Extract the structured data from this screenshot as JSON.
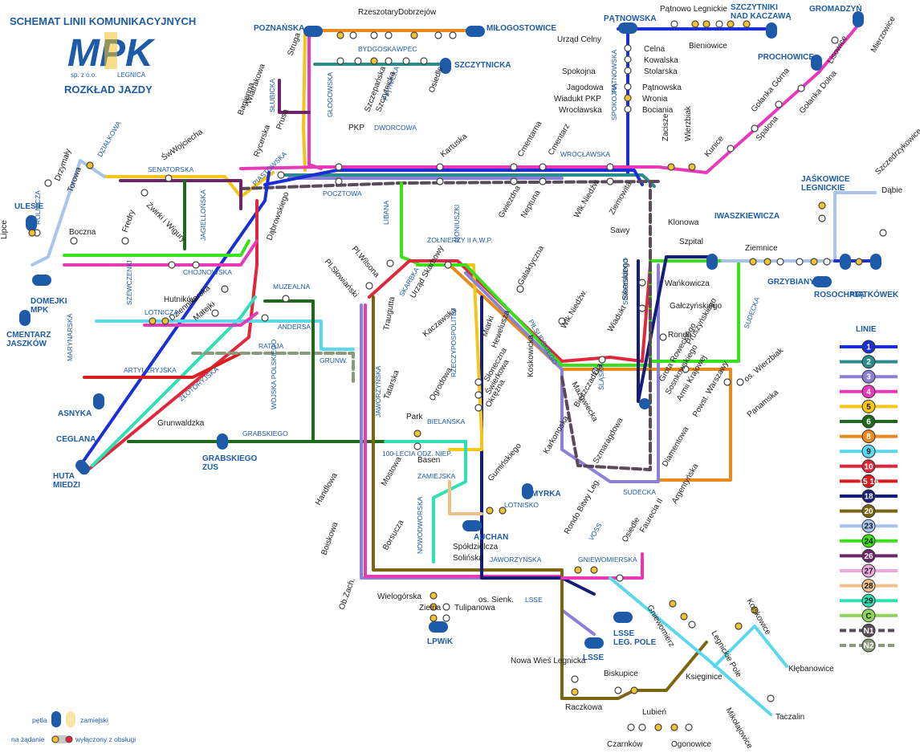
{
  "header": {
    "title": "SCHEMAT LINII KOMUNIKACYJNYCH",
    "logo_text": "MPK",
    "logo_sub_left": "sp. z o.o.",
    "logo_sub_right": "LEGNICA",
    "subtitle": "ROZKŁAD JAZDY"
  },
  "terminals": [
    "POZNAŃSKA",
    "MIŁOGOSTOWICE",
    "SZCZYTNICKA",
    "PĄTNOWSKA",
    "SZCZYTNIKI NAD KACZAWĄ",
    "GROMADZYŃ",
    "PROCHOWICE",
    "ULESIE",
    "DOMEJKI MPK",
    "CMENTARZ JASZKÓW",
    "ASNYKA",
    "CEGLANA",
    "HUTA MIEDZI",
    "GRABSKIEGO ZUS",
    "JAŚKOWICE LEGNICKIE",
    "IWASZKIEWICZA",
    "GRZYBIANY",
    "ROSOCHATA",
    "PIĄTKÓWEK",
    "MYRKA",
    "AUCHAN",
    "LPWiK",
    "LSSE",
    "LSSE LEG. POLE"
  ],
  "streets": [
    "Rzeszotary",
    "Dobrzejów",
    "BYDGOSKA",
    "WPEC",
    "PIĄTNICKA",
    "Struga",
    "Szczepańska",
    "Osiedle",
    "Szczytnicka",
    "SŁUBICKA",
    "GŁOGOWSKA",
    "Wiatrakowa",
    "Bagienna",
    "Prusa",
    "Urząd Celny",
    "Celna",
    "Kowalska",
    "Stolarska",
    "Spokojna",
    "Jagodowa",
    "Pątnowska",
    "Wiadukt PKP",
    "Wronia",
    "Wrocławska",
    "Bociania",
    "PĄTNOWSKA",
    "SPOKOJNA",
    "Pątnowo Legnickie",
    "Bieniowice",
    "Lisowice",
    "Mierzowice",
    "Gołanka Górna",
    "Gołanka Dolna",
    "Spalona",
    "Kunice",
    "Zacisze",
    "Wierzbiak",
    "PKP",
    "DWORCOWA",
    "Kartuska",
    "Cmentarna",
    "Cmentarz",
    "WROCŁAWSKA",
    "ŚwWojciecha",
    "DZIAŁKOWA",
    "Drzymały",
    "Torowa",
    "SENATORSKA",
    "Rycerska",
    "PIASTOWSKA",
    "POCZTOWA",
    "LIBANA",
    "Gwiezdna",
    "Neptuna",
    "Wlk.Niedźw.",
    "Ziemowita",
    "Sawy",
    "Klonowa",
    "ROLNICZA",
    "Boczna",
    "Fredry",
    "Żwirki i Wigury",
    "JAGIELLOŃSKA",
    "Dąbrowskiego",
    "Sikorskiego",
    "Szczedrzykowice",
    "Dąbie",
    "Lipce",
    "CHOJNOWSKA",
    "MONIUSZKI",
    "Pl.Wilsona",
    "Pl.Słowiański",
    "ŻOŁNIERZY II A.W.P.",
    "Szpital",
    "Ziemnice",
    "SZEWCZENKI",
    "Hutników",
    "Dziennikarska",
    "Matejki",
    "MUZEALNA",
    "SKARBKA",
    "Urząd Skarbowy",
    "Galaktyczna",
    "Wańkowicza",
    "SIKORSKIEGO",
    "SUDECKA",
    "LOTNICZA",
    "ANDERSA",
    "Traugutta",
    "Kaczawska",
    "RZECZYPOSPOLITEJ",
    "Miarki",
    "Hewelusza",
    "PIŁSUDSKIEGO",
    "Wlk.Niedźw.",
    "Gałczyńskiego",
    "MARYNARSKA",
    "RATAJA",
    "GRUNW.",
    "Wiadukt",
    "Rondo",
    "Pruszyńskiego",
    "ARTYLERYJSKA",
    "ZŁOTORYJSKA",
    "WOJSKA POLSKIEGO",
    "JAWORZYŃSKA",
    "Tatarska",
    "Słoneczna",
    "Świerkowa",
    "Okrężna",
    "Koskowicka",
    "Mazowiecka",
    "Grota Roweckiego",
    "Sosnkowskiego",
    "Armii Krajowej",
    "os. Wierzbiak",
    "ŚLĄSKA",
    "Grunwaldzka",
    "Ogrodowa",
    "Park",
    "BIELAŃSKA",
    "Bieszczadzka",
    "Powst. Warszawy",
    "Panamska",
    "GRABSKIEGO",
    "100-LECIA ODZ. NIEP.",
    "Basen",
    "Gumińskiego",
    "Karkonoska",
    "Szmaragdowa",
    "Diamentowa",
    "Handlowa",
    "Mostowa",
    "ZAMIEJSKA",
    "LOTNISKO",
    "SUDECKA",
    "Argentyńska",
    "Boiskowa",
    "Borsucza",
    "NOWODWORSKA",
    "Spółdzielcza",
    "Solińska",
    "Rondo Bitwy Leg.",
    "VOSS",
    "Osiedle",
    "Faurecia II",
    "GNIEWOMIERSKA",
    "JAWORZYŃSKA",
    "Ob.Zach.",
    "Wielogórska",
    "Zielna",
    "Tulipanowa",
    "os. Sienk.",
    "LSSE",
    "Gniewomierz",
    "Legnickie Pole",
    "Koiskowice",
    "Kłębanowice",
    "Nowa Wieś Legnicka",
    "Biskupice",
    "Księginice",
    "Raczkowa",
    "Lubień",
    "Mikołajowice",
    "Taczalin",
    "Czarnków",
    "Ogonowice"
  ],
  "legend": {
    "title": "LINIE",
    "lines": [
      {
        "num": "1",
        "color": "#1a2fd6"
      },
      {
        "num": "2",
        "color": "#2a8c8c"
      },
      {
        "num": "3",
        "color": "#8a80d8"
      },
      {
        "num": "4",
        "color": "#e83ab8"
      },
      {
        "num": "5",
        "color": "#f5c518"
      },
      {
        "num": "6",
        "color": "#1d6a1d"
      },
      {
        "num": "8",
        "color": "#e88a1c"
      },
      {
        "num": "9",
        "color": "#5ad9ee"
      },
      {
        "num": "10",
        "color": "#e2263b"
      },
      {
        "num": "15 16",
        "color": "#d81e1e"
      },
      {
        "num": "18",
        "color": "#141e78"
      },
      {
        "num": "20",
        "color": "#7a6610"
      },
      {
        "num": "23",
        "color": "#a8c4ec"
      },
      {
        "num": "24",
        "color": "#3ae01c"
      },
      {
        "num": "26",
        "color": "#6e2468"
      },
      {
        "num": "27",
        "color": "#f0a8e0"
      },
      {
        "num": "28",
        "color": "#eec08a"
      },
      {
        "num": "29",
        "color": "#2ee0b4"
      },
      {
        "num": "C",
        "color": "#8ed45a"
      },
      {
        "num": "N1",
        "color": "#5a4a5a"
      },
      {
        "num": "N2",
        "color": "#8a9a7a"
      }
    ]
  },
  "key": {
    "loop": "pętla",
    "seasonal": "zamiejski",
    "on_request": "na żądanie",
    "excluded": "wyłączony z obsługi"
  }
}
